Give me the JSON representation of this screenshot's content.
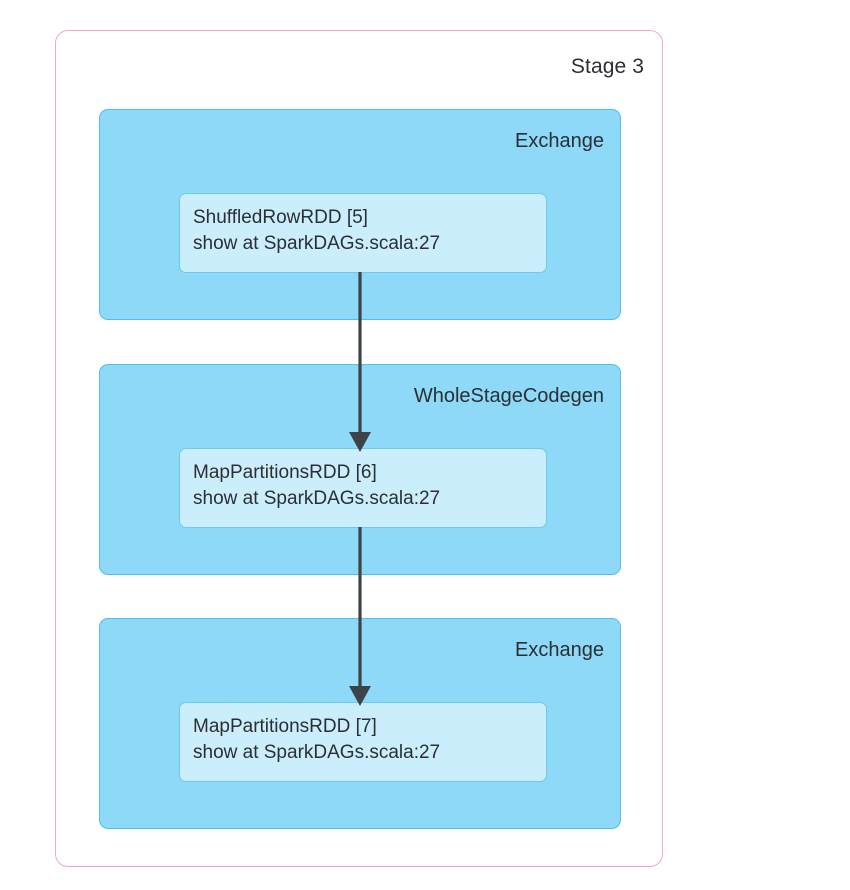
{
  "diagram": {
    "type": "spark-dag-visualization",
    "stage": {
      "title": "Stage 3",
      "border_color": "#f2a9bd"
    },
    "node_colors": {
      "operator_fill": "#8ed8f8",
      "operator_border": "#4fbfec",
      "rdd_fill": "#cbeefc",
      "rdd_border": "#6ec9ee",
      "edge_color": "#3c4448",
      "text_color": "#2b2f33"
    },
    "operators": [
      {
        "label": "Exchange",
        "rdd_name": "ShuffledRowRDD [5]",
        "rdd_callsite": "show at SparkDAGs.scala:27"
      },
      {
        "label": "WholeStageCodegen",
        "rdd_name": "MapPartitionsRDD [6]",
        "rdd_callsite": "show at SparkDAGs.scala:27"
      },
      {
        "label": "Exchange",
        "rdd_name": "MapPartitionsRDD [7]",
        "rdd_callsite": "show at SparkDAGs.scala:27"
      }
    ],
    "edges": [
      {
        "from": "ShuffledRowRDD [5]",
        "to": "MapPartitionsRDD [6]"
      },
      {
        "from": "MapPartitionsRDD [6]",
        "to": "MapPartitionsRDD [7]"
      }
    ]
  }
}
